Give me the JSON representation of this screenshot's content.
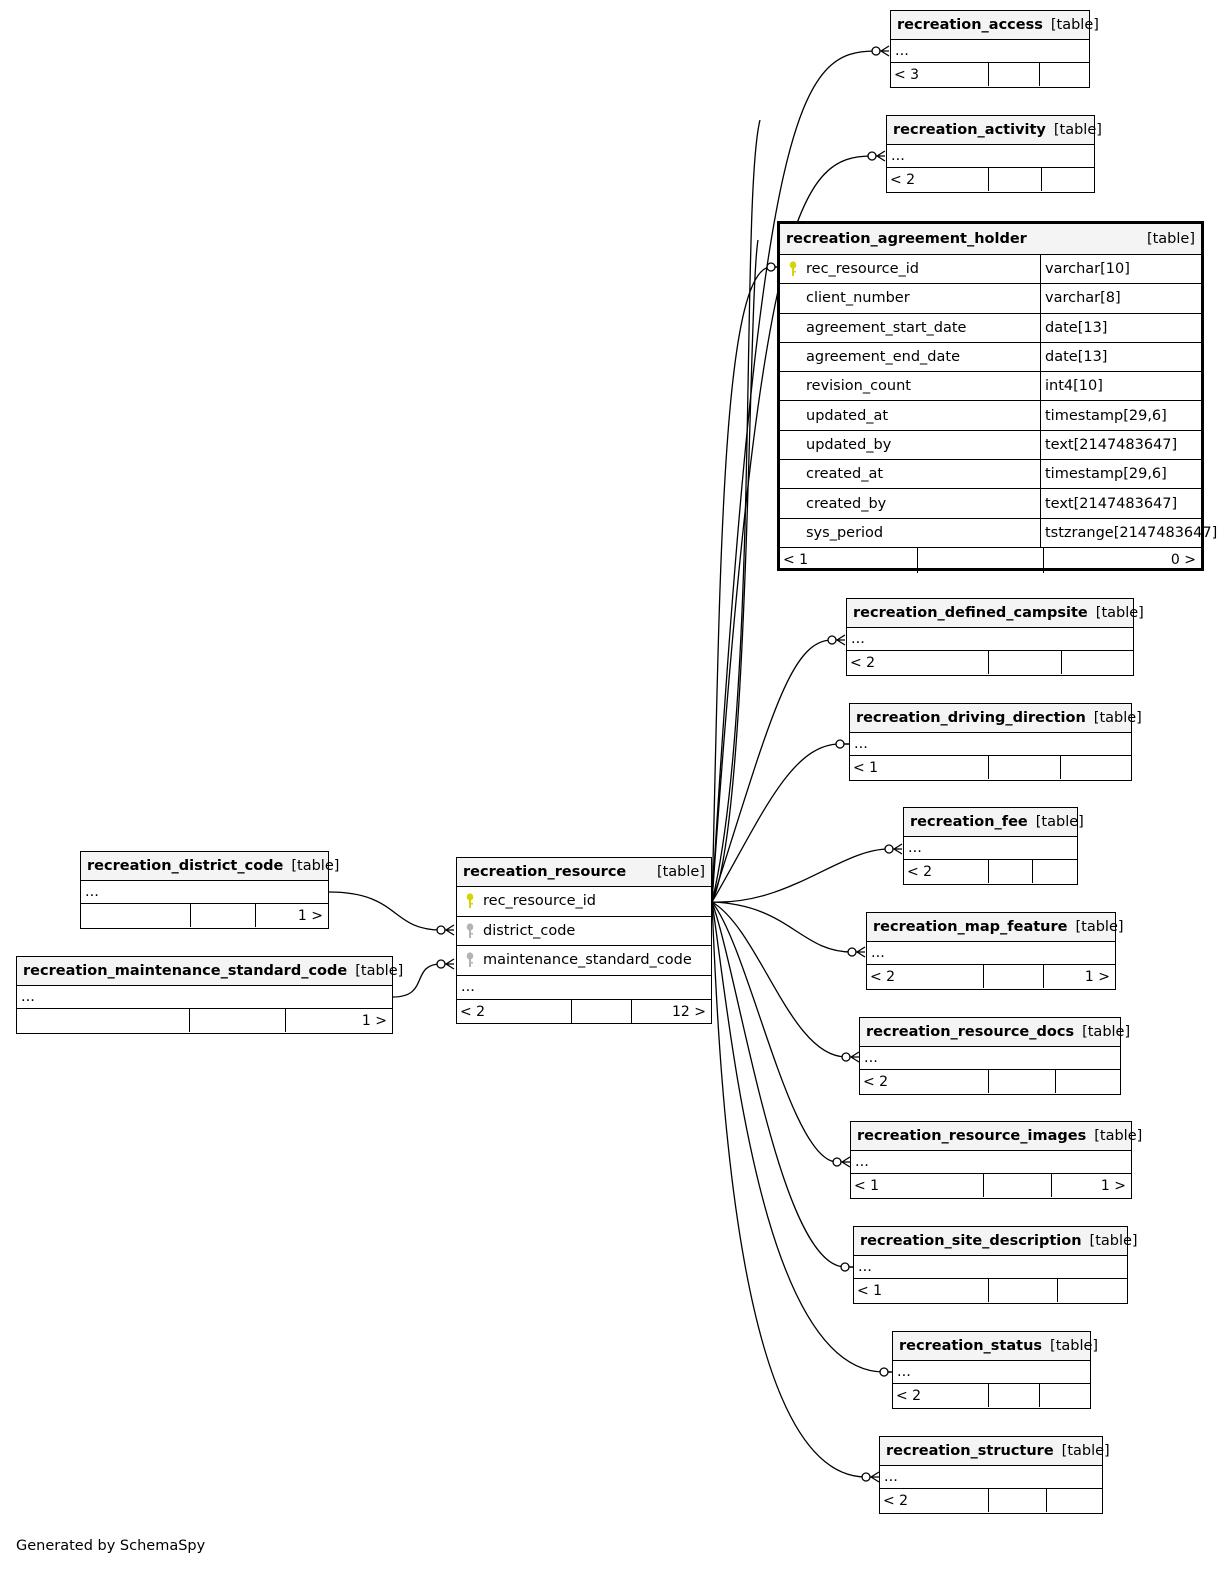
{
  "footer": {
    "generated_by": "Generated by SchemaSpy"
  },
  "colors": {
    "primary_key": "#d4d40a",
    "foreign_key": "#b3b3b3",
    "header_bg": "#f4f4f4"
  },
  "tables": {
    "recreation_access": {
      "name": "recreation_access",
      "kind": "[table]",
      "rows": "...",
      "parents": "< 3",
      "mid": "",
      "children": ""
    },
    "recreation_activity": {
      "name": "recreation_activity",
      "kind": "[table]",
      "rows": "...",
      "parents": "< 2",
      "mid": "",
      "children": ""
    },
    "recreation_agreement_holder": {
      "name": "recreation_agreement_holder",
      "kind": "[table]",
      "columns": [
        {
          "name": "rec_resource_id",
          "type": "varchar[10]",
          "key": "primary-key-icon"
        },
        {
          "name": "client_number",
          "type": "varchar[8]"
        },
        {
          "name": "agreement_start_date",
          "type": "date[13]"
        },
        {
          "name": "agreement_end_date",
          "type": "date[13]"
        },
        {
          "name": "revision_count",
          "type": "int4[10]"
        },
        {
          "name": "updated_at",
          "type": "timestamp[29,6]"
        },
        {
          "name": "updated_by",
          "type": "text[2147483647]"
        },
        {
          "name": "created_at",
          "type": "timestamp[29,6]"
        },
        {
          "name": "created_by",
          "type": "text[2147483647]"
        },
        {
          "name": "sys_period",
          "type": "tstzrange[2147483647]"
        }
      ],
      "parents": "< 1",
      "mid": "",
      "children": "0 >"
    },
    "recreation_defined_campsite": {
      "name": "recreation_defined_campsite",
      "kind": "[table]",
      "rows": "...",
      "parents": "< 2",
      "mid": "",
      "children": ""
    },
    "recreation_driving_direction": {
      "name": "recreation_driving_direction",
      "kind": "[table]",
      "rows": "...",
      "parents": "< 1",
      "mid": "",
      "children": ""
    },
    "recreation_fee": {
      "name": "recreation_fee",
      "kind": "[table]",
      "rows": "...",
      "parents": "< 2",
      "mid": "",
      "children": ""
    },
    "recreation_map_feature": {
      "name": "recreation_map_feature",
      "kind": "[table]",
      "rows": "...",
      "parents": "< 2",
      "mid": "",
      "children": "1 >"
    },
    "recreation_resource_docs": {
      "name": "recreation_resource_docs",
      "kind": "[table]",
      "rows": "...",
      "parents": "< 2",
      "mid": "",
      "children": ""
    },
    "recreation_resource_images": {
      "name": "recreation_resource_images",
      "kind": "[table]",
      "rows": "...",
      "parents": "< 1",
      "mid": "",
      "children": "1 >"
    },
    "recreation_site_description": {
      "name": "recreation_site_description",
      "kind": "[table]",
      "rows": "...",
      "parents": "< 1",
      "mid": "",
      "children": ""
    },
    "recreation_status": {
      "name": "recreation_status",
      "kind": "[table]",
      "rows": "...",
      "parents": "< 2",
      "mid": "",
      "children": ""
    },
    "recreation_structure": {
      "name": "recreation_structure",
      "kind": "[table]",
      "rows": "...",
      "parents": "< 2",
      "mid": "",
      "children": ""
    },
    "recreation_district_code": {
      "name": "recreation_district_code",
      "kind": "[table]",
      "rows": "...",
      "parents": "",
      "mid": "",
      "children": "1 >"
    },
    "recreation_maintenance_standard_code": {
      "name": "recreation_maintenance_standard_code",
      "kind": "[table]",
      "rows": "...",
      "parents": "",
      "mid": "",
      "children": "1 >"
    },
    "recreation_resource": {
      "name": "recreation_resource",
      "kind": "[table]",
      "columns": [
        {
          "name": "rec_resource_id",
          "key": "primary-key-icon"
        },
        {
          "name": "district_code",
          "key": "foreign-key-icon"
        },
        {
          "name": "maintenance_standard_code",
          "key": "foreign-key-icon"
        }
      ],
      "rows": "...",
      "parents": "< 2",
      "mid": "",
      "children": "12 >"
    }
  }
}
